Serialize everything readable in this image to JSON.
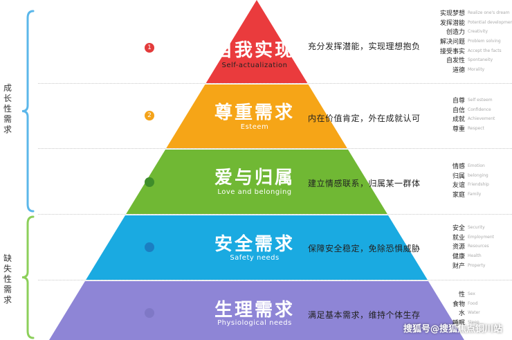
{
  "groups": [
    {
      "label": "成长性需求",
      "color": "#5bb7ea"
    },
    {
      "label": "缺失性需求",
      "color": "#8ccf5a"
    }
  ],
  "levels": [
    {
      "number": "1",
      "cn": "自我实现",
      "en": "Self-actualization",
      "desc": "充分发挥潜能，实现理想抱负",
      "color": "#ea3b3d",
      "num_color": "#e33b3b",
      "details": [
        {
          "cn": "实现梦想",
          "en": "Realize one's dream"
        },
        {
          "cn": "发挥潜能",
          "en": "Potential development"
        },
        {
          "cn": "创造力",
          "en": "Creativity"
        },
        {
          "cn": "解决问题",
          "en": "Problem solving"
        },
        {
          "cn": "接受事实",
          "en": "Accept the facts"
        },
        {
          "cn": "自发性",
          "en": "Spontaneity"
        },
        {
          "cn": "道德",
          "en": "Morality"
        }
      ]
    },
    {
      "number": "2",
      "cn": "尊重需求",
      "en": "Esteem",
      "desc": "内在价值肯定，外在成就认可",
      "color": "#f6a517",
      "num_color": "#f4a31a",
      "details": [
        {
          "cn": "自尊",
          "en": "Self esteem"
        },
        {
          "cn": "自信",
          "en": "Confidence"
        },
        {
          "cn": "成就",
          "en": "Achievement"
        },
        {
          "cn": "尊重",
          "en": "Respect"
        }
      ]
    },
    {
      "number": "",
      "cn": "爱与归属",
      "en": "Love and belonging",
      "desc": "建立情感联系，归属某一群体",
      "color": "#70b834",
      "num_color": "#3e8d2a",
      "details": [
        {
          "cn": "情感",
          "en": "Emotion"
        },
        {
          "cn": "归属",
          "en": "belonging"
        },
        {
          "cn": "友谊",
          "en": "Friendship"
        },
        {
          "cn": "家庭",
          "en": "Family"
        }
      ]
    },
    {
      "number": "",
      "cn": "安全需求",
      "en": "Safety needs",
      "desc": "保障安全稳定，免除恐惧威胁",
      "color": "#1aaae1",
      "num_color": "#1b7ec2",
      "details": [
        {
          "cn": "安全",
          "en": "Security"
        },
        {
          "cn": "就业",
          "en": "Employment"
        },
        {
          "cn": "资源",
          "en": "Resources"
        },
        {
          "cn": "健康",
          "en": "Health"
        },
        {
          "cn": "财产",
          "en": "Property"
        }
      ]
    },
    {
      "number": "",
      "cn": "生理需求",
      "en": "Physiological needs",
      "desc": "满足基本需求，维持个体生存",
      "color": "#8e85d6",
      "num_color": "#7f78c6",
      "details": [
        {
          "cn": "性",
          "en": "Sex"
        },
        {
          "cn": "食物",
          "en": "Food"
        },
        {
          "cn": "水",
          "en": "Water"
        },
        {
          "cn": "睡眠",
          "en": "Sleep"
        }
      ]
    }
  ],
  "watermark": "搜狐号@搜狐焦点铜川站"
}
